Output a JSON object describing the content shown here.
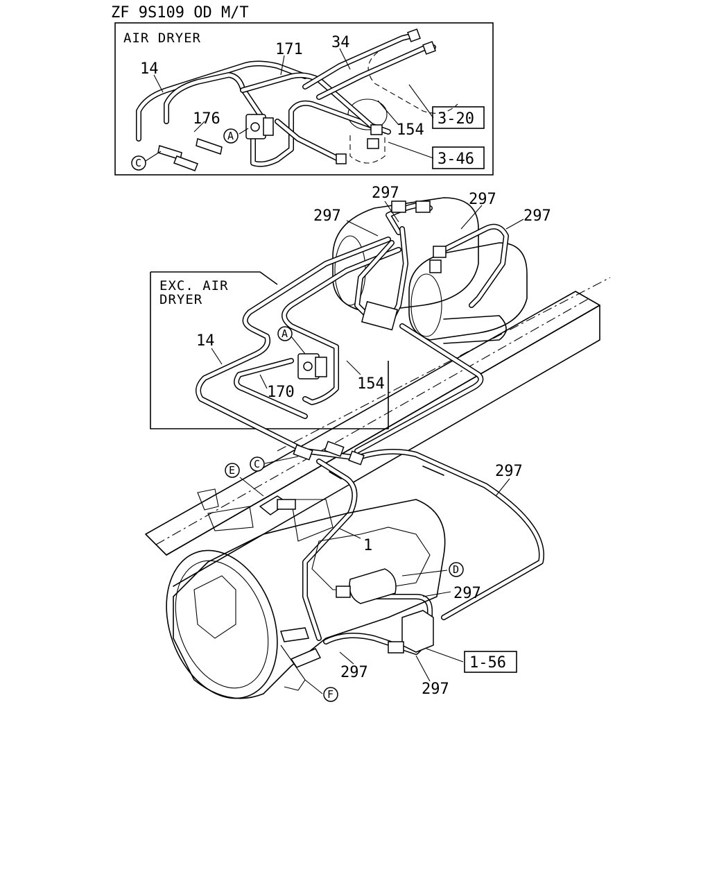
{
  "header": {
    "title": "ZF 9S109 OD M/T"
  },
  "inset_air_dryer": {
    "title": "AIR DRYER",
    "part_labels": [
      "14",
      "171",
      "34",
      "176",
      "154"
    ],
    "callout_a": "A",
    "callout_c": "C",
    "ref_boxes": [
      "3-20",
      "3-46"
    ]
  },
  "inset_exc_air_dryer": {
    "title_line1": "EXC. AIR",
    "title_line2": "DRYER",
    "part_labels": [
      "14",
      "170",
      "154"
    ],
    "callout_a": "A"
  },
  "main": {
    "part_labels": [
      "297",
      "297",
      "297",
      "297",
      "297",
      "1",
      "297",
      "297",
      "297"
    ],
    "callouts": [
      "C",
      "E",
      "D",
      "F"
    ],
    "ref_boxes": [
      "1-56"
    ]
  }
}
